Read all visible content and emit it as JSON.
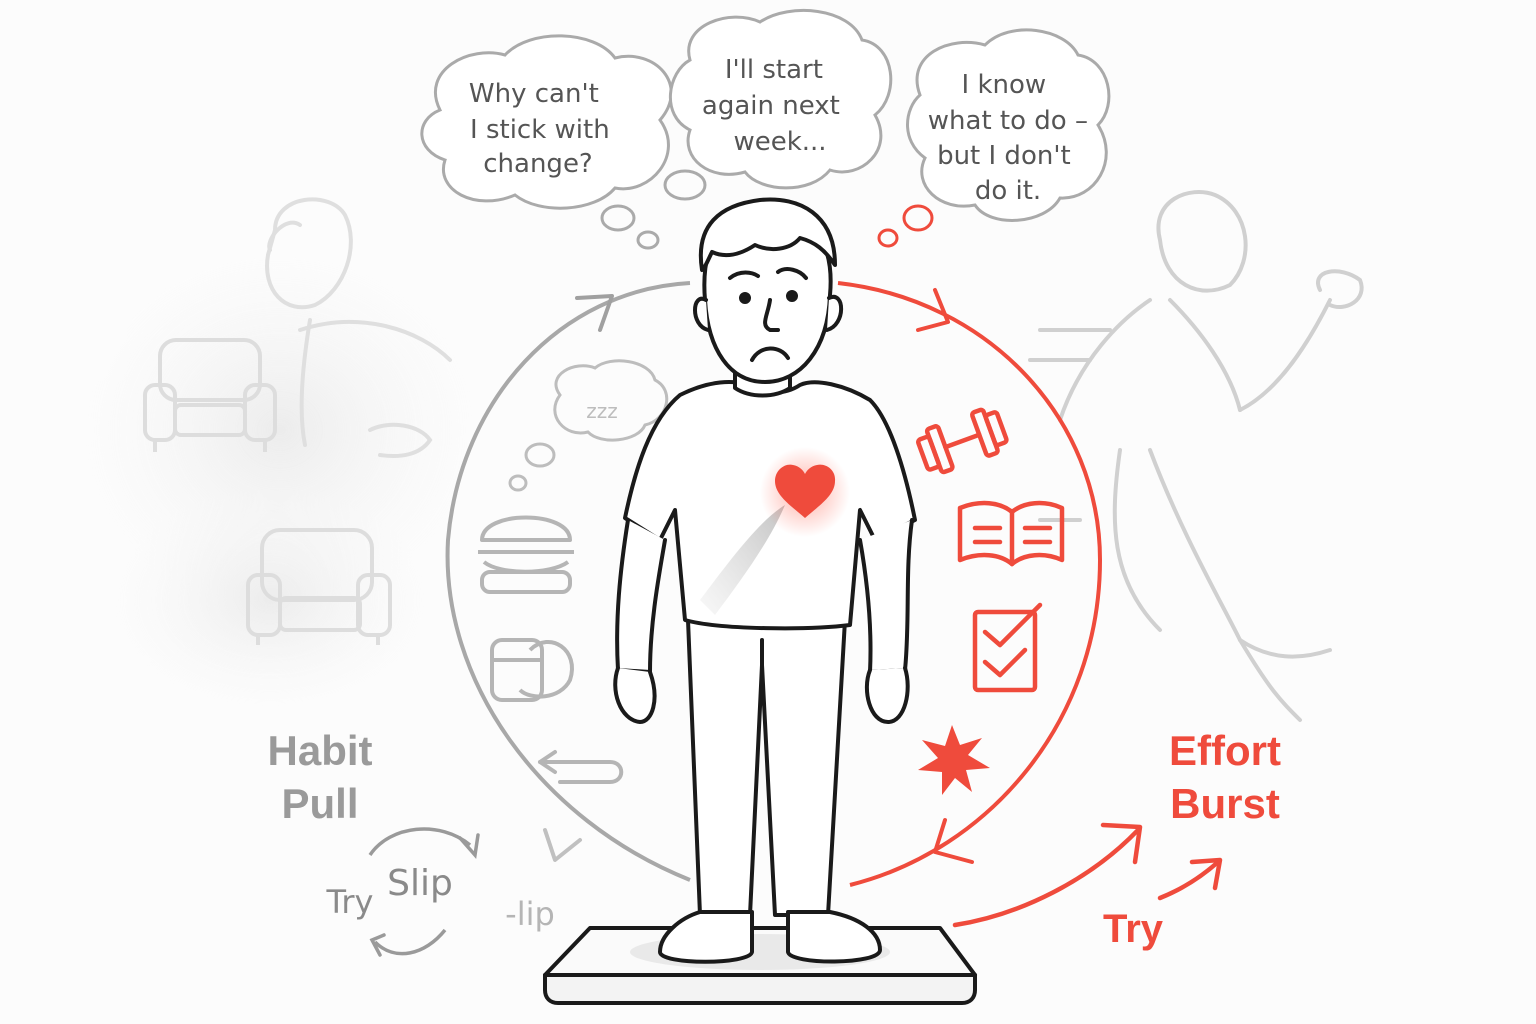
{
  "thoughts": [
    {
      "lines": [
        "Why can't",
        "I stick with",
        "change?"
      ]
    },
    {
      "lines": [
        "I'll start",
        "again next",
        "week..."
      ]
    },
    {
      "lines": [
        "I know",
        "what to do –",
        "but I don't",
        "do it."
      ]
    }
  ],
  "left_label": {
    "line1": "Habit",
    "line2": "Pull"
  },
  "right_label": {
    "line1": "Effort",
    "line2": "Burst"
  },
  "cycle_words": {
    "try": "Try",
    "slip": "Slip",
    "slip_faded": "-lip"
  },
  "red_try": "Try",
  "small_thought": "zzz",
  "colors": {
    "accent": "#ef4b3c",
    "grey": "#9a9a9a",
    "faded": "#cfcfcf",
    "ink": "#1a1a1a"
  },
  "icons": {
    "left": [
      "armchair-icon",
      "burger-icon",
      "snack-icon",
      "back-arrow-icon"
    ],
    "right": [
      "dumbbell-icon",
      "book-icon",
      "checklist-icon",
      "burst-star-icon"
    ],
    "center": [
      "heart-icon"
    ]
  }
}
